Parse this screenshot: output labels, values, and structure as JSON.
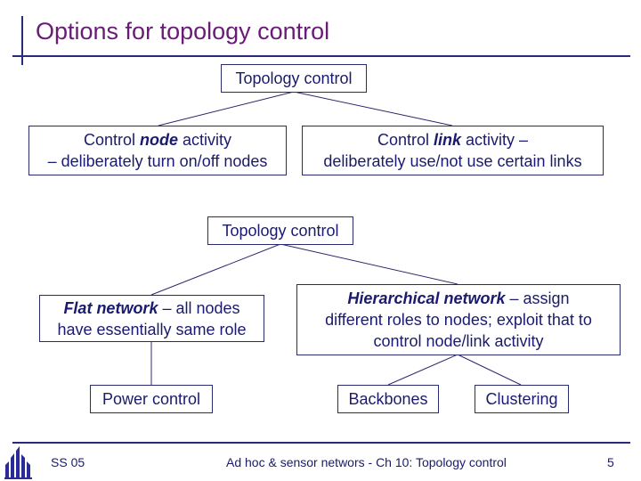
{
  "slide": {
    "title": "Options for topology control"
  },
  "diagram1": {
    "root": "Topology control",
    "node_box": {
      "pre": "Control ",
      "em": "node",
      "post": " activity",
      "line2": "– deliberately turn on/off nodes"
    },
    "link_box": {
      "pre": "Control ",
      "em": "link",
      "post": " activity –",
      "line2": "deliberately use/not use certain links"
    }
  },
  "diagram2": {
    "root": "Topology control",
    "flat": {
      "em": "Flat network",
      "post": " – all nodes",
      "line2": "have essentially same role"
    },
    "hier": {
      "em": "Hierarchical network",
      "post": " – assign",
      "line2": "different roles to nodes; exploit that to",
      "line3": "control node/link activity"
    },
    "power": "Power control",
    "backbones": "Backbones",
    "clustering": "Clustering"
  },
  "footer": {
    "left": "SS 05",
    "center": "Ad hoc & sensor networs - Ch 10: Topology control",
    "page": "5"
  },
  "colors": {
    "title": "#6a1b78",
    "text": "#1a1a6e",
    "rule": "#2a2a7a"
  },
  "icons": {
    "logo": "university-logo-icon"
  }
}
